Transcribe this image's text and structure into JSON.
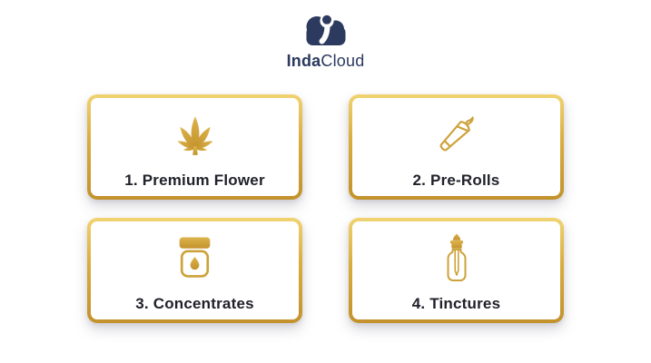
{
  "logo": {
    "brand_first": "Inda",
    "brand_second": "Cloud",
    "icon": "cloud-i-icon"
  },
  "cards": [
    {
      "label": "1. Premium Flower",
      "icon": "cannabis-leaf-icon"
    },
    {
      "label": "2. Pre-Rolls",
      "icon": "pre-roll-icon"
    },
    {
      "label": "3. Concentrates",
      "icon": "concentrate-jar-icon"
    },
    {
      "label": "4. Tinctures",
      "icon": "tincture-bottle-icon"
    }
  ],
  "colors": {
    "navy": "#2b3a5e",
    "gold": "#cda23a",
    "gold_light": "#f0d371",
    "gold_dark": "#c3922c",
    "text": "#21212b",
    "background": "#ffffff"
  }
}
